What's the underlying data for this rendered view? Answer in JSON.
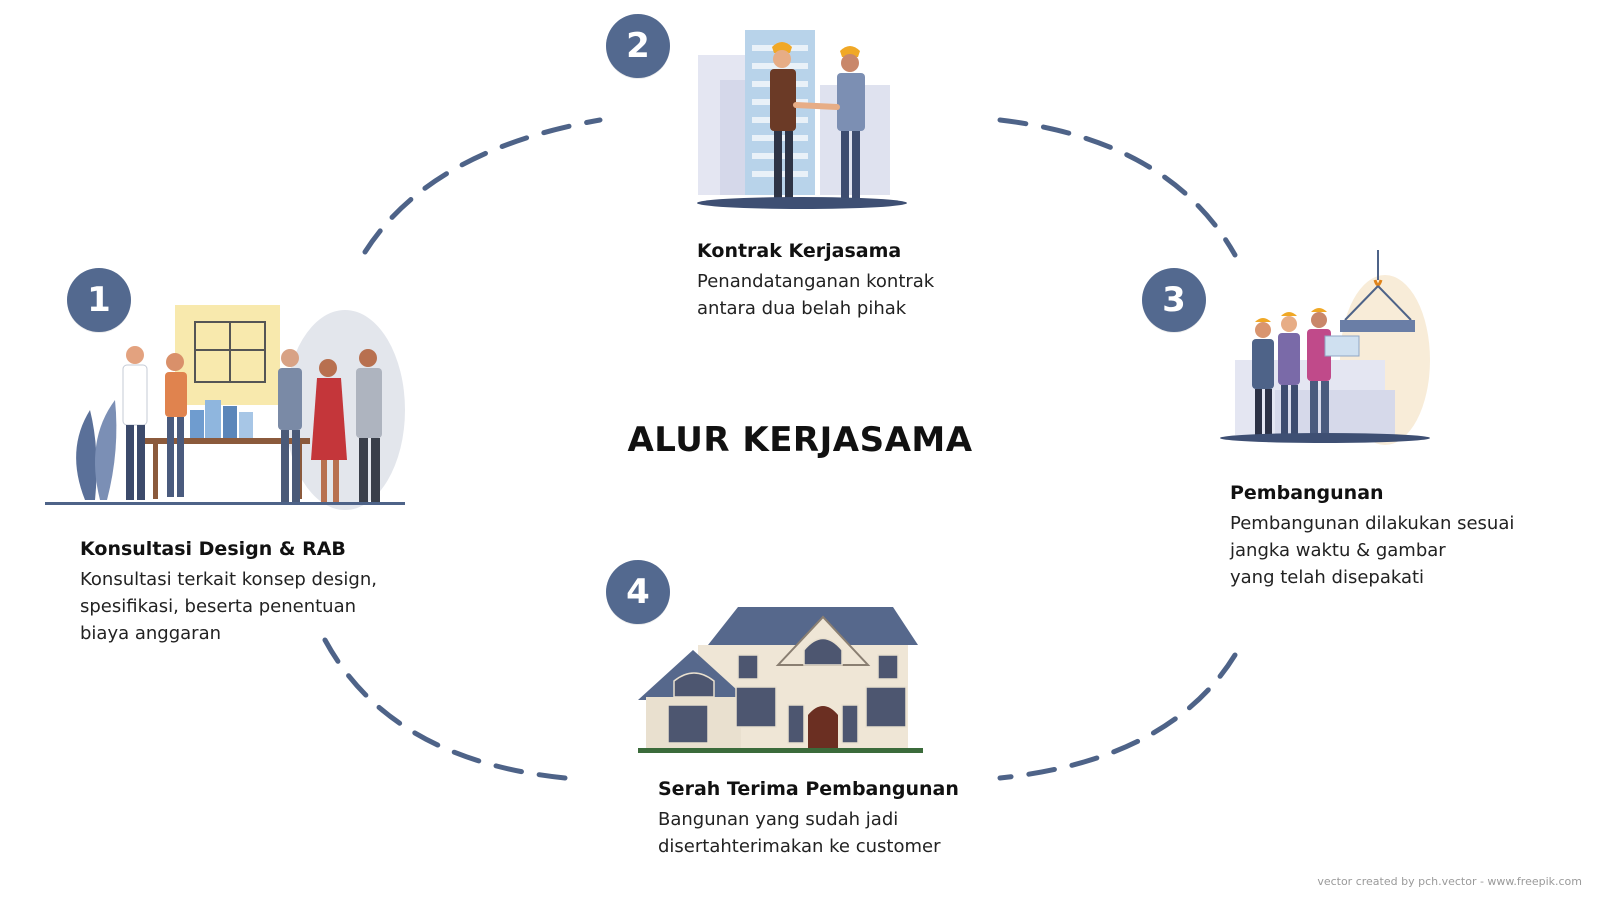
{
  "title": "ALUR KERJASAMA",
  "colors": {
    "accent": "#53698f",
    "dash": "#4e6388"
  },
  "steps": [
    {
      "number": "1",
      "title": "Konsultasi Design & RAB",
      "desc": "Konsultasi terkait konsep design,\nspesifikasi, beserta penentuan\nbiaya anggaran",
      "icon": "consultation-team-illustration"
    },
    {
      "number": "2",
      "title": "Kontrak Kerjasama",
      "desc": "Penandatanganan kontrak\nantara dua belah pihak",
      "icon": "handshake-contract-illustration"
    },
    {
      "number": "3",
      "title": "Pembangunan",
      "desc": "Pembangunan dilakukan sesuai\njangka waktu & gambar\nyang telah disepakati",
      "icon": "construction-workers-illustration"
    },
    {
      "number": "4",
      "title": "Serah Terima Pembangunan",
      "desc": "Bangunan yang sudah jadi\ndisertahterimakan ke customer",
      "icon": "house-handover-illustration"
    }
  ],
  "credit": "vector created by pch.vector - www.freepik.com"
}
